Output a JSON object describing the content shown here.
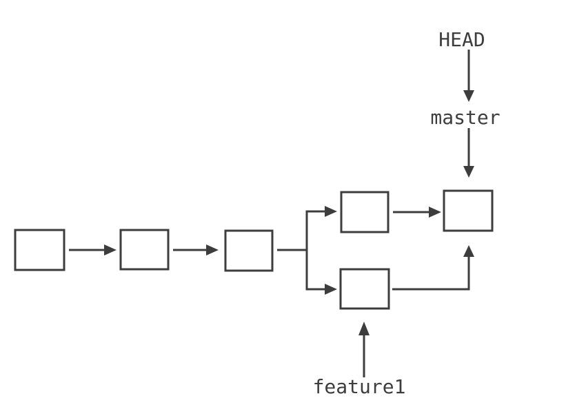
{
  "diagram": {
    "background_color": "#ffffff",
    "stroke_color": "#3d3d3d",
    "labels": {
      "head": "HEAD",
      "master": "master",
      "feature1": "feature1"
    }
  }
}
